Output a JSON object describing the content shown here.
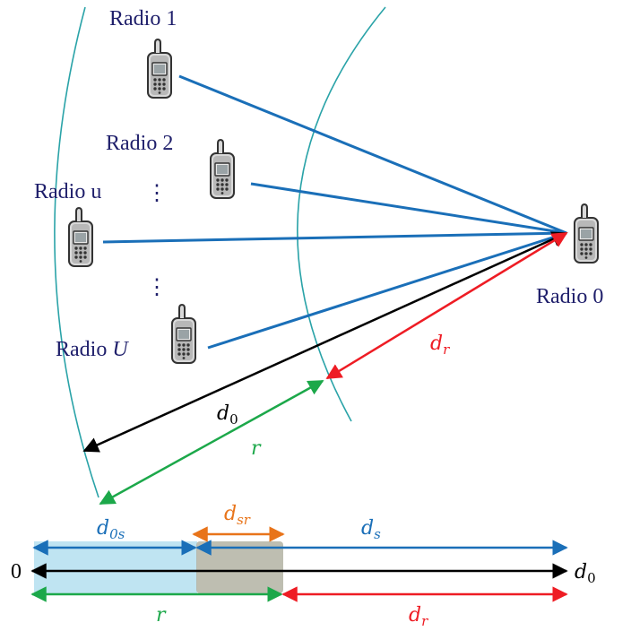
{
  "radios": {
    "radio1": "Radio 1",
    "radio2": "Radio 2",
    "radio_u": "Radio u",
    "radio_U_prefix": "Radio ",
    "radio_U_var": "U",
    "radio0": "Radio 0",
    "dots": "⋮"
  },
  "distances": {
    "d": "d",
    "r": "r",
    "d_r_sub": "r",
    "d0_sub": "0",
    "d0s_sub": "0s",
    "ds_sub": "s",
    "dsr_sub": "sr"
  },
  "axis": {
    "origin": "0"
  },
  "icons": {
    "phone": "mobile-phone-icon"
  },
  "colors": {
    "label_text": "#1f1f6b",
    "link_blue": "#1a6fb8",
    "arc": "#2aa3a8",
    "red": "#ee1c24",
    "green": "#1ca84a",
    "black": "#000000",
    "orange": "#e8741a",
    "shade_blue": "#bfe4f2",
    "shade_gray": "#b3b3a3"
  }
}
